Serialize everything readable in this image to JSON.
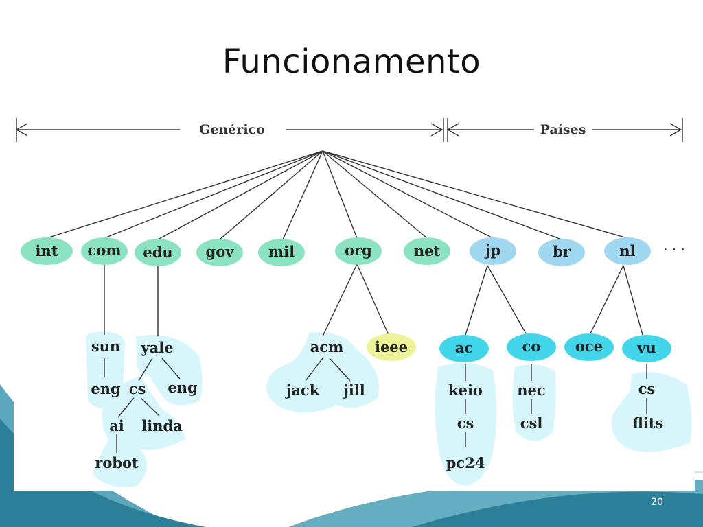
{
  "slide": {
    "title": "Funcionamento",
    "page_number": "20"
  },
  "header": {
    "generic_label": "Genérico",
    "countries_label": "Países"
  },
  "colors": {
    "generic_node": "#8be3c3",
    "country_node": "#9fd8f0",
    "subnode_cyan": "#43d5ea",
    "org_subnode_yellow": "#eef39a",
    "region_fill": "#d6f6fb",
    "line": "#333333",
    "swoosh": "#3f98b0"
  },
  "top_level": [
    "int",
    "com",
    "edu",
    "gov",
    "mil",
    "org",
    "net",
    "jp",
    "br",
    "nl"
  ],
  "ellipsis": "· · ·",
  "subtrees": {
    "com": {
      "sun": "sun",
      "eng": "eng"
    },
    "edu": {
      "yale": "yale",
      "cs": "cs",
      "eng": "eng",
      "ai": "ai",
      "linda": "linda",
      "robot": "robot"
    },
    "org": {
      "acm": "acm",
      "ieee": "ieee",
      "jack": "jack",
      "jill": "jill"
    },
    "jp": {
      "ac": "ac",
      "co": "co",
      "keio": "keio",
      "cs": "cs",
      "pc24": "pc24",
      "nec": "nec",
      "csl": "csl"
    },
    "nl": {
      "oce": "oce",
      "vu": "vu",
      "cs": "cs",
      "flits": "flits"
    }
  }
}
